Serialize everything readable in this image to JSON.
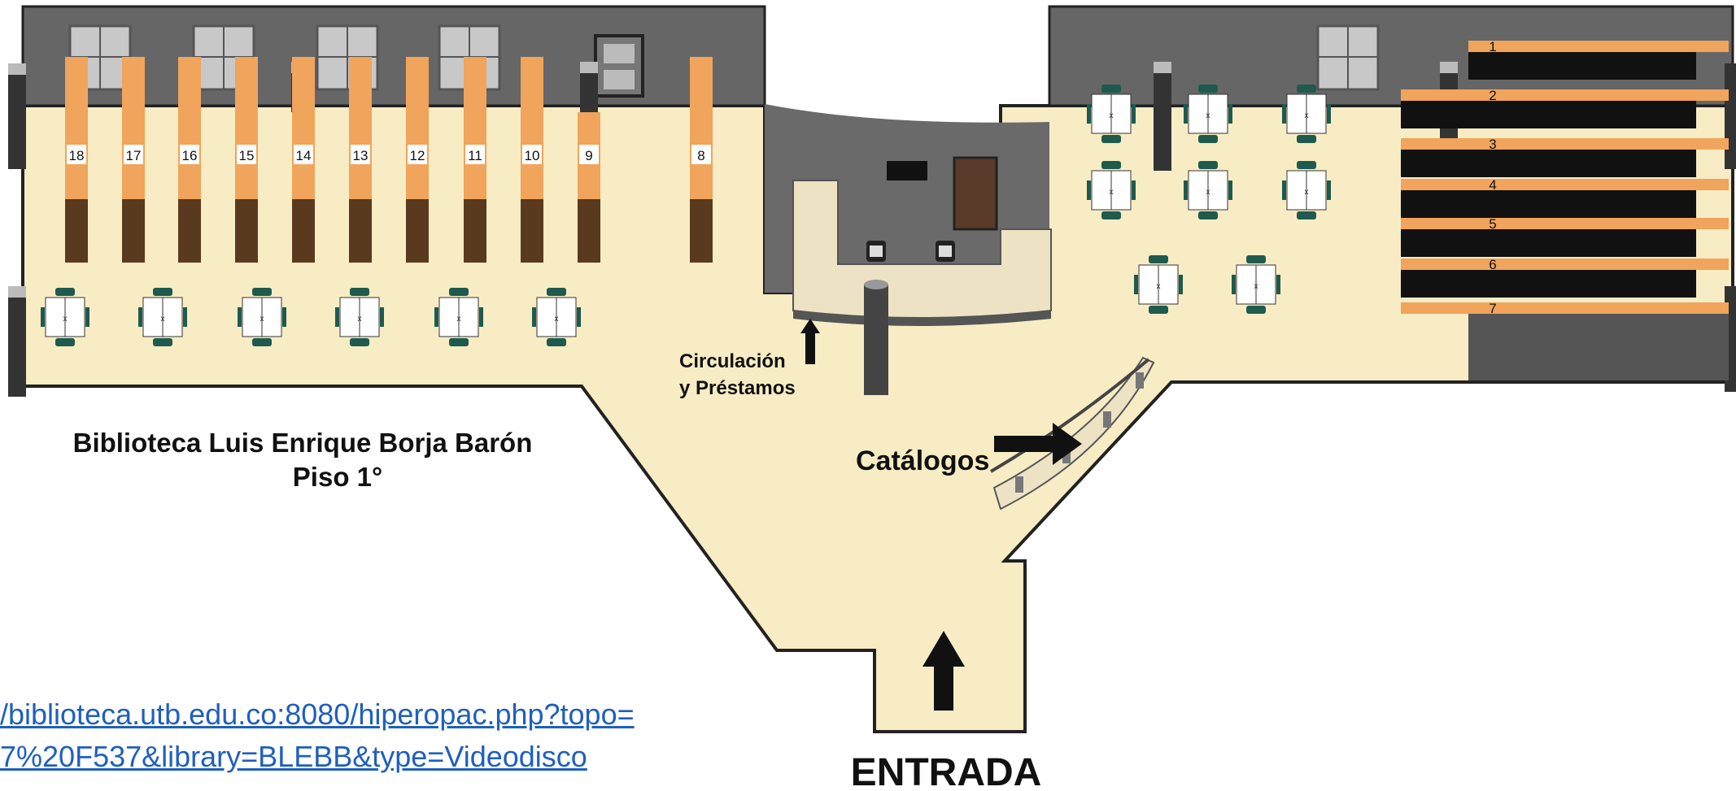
{
  "title": {
    "line1": "Biblioteca Luis Enrique Borja Barón",
    "line2": "Piso 1°"
  },
  "labels": {
    "circulation_line1": "Circulación",
    "circulation_line2": "y Préstamos",
    "catalogs": "Catálogos",
    "entrance": "ENTRADA"
  },
  "left_shelves": [
    "18",
    "17",
    "16",
    "15",
    "14",
    "13",
    "12",
    "11",
    "10",
    "9",
    "8"
  ],
  "right_stacks": [
    "1",
    "2",
    "3",
    "4",
    "5",
    "6",
    "7"
  ],
  "link": {
    "line1": "/biblioteca.utb.edu.co:8080/hiperopac.php?topo=",
    "line2": "7%20F537&library=BLEBB&type=Videodisco"
  },
  "colors": {
    "floor": "#f7ecc4",
    "wall": "#666666",
    "shelf_top": "#f0a45c",
    "shelf_bottom": "#5a3a1e",
    "chair": "#1f5a4e",
    "link": "#1f5fbf"
  }
}
